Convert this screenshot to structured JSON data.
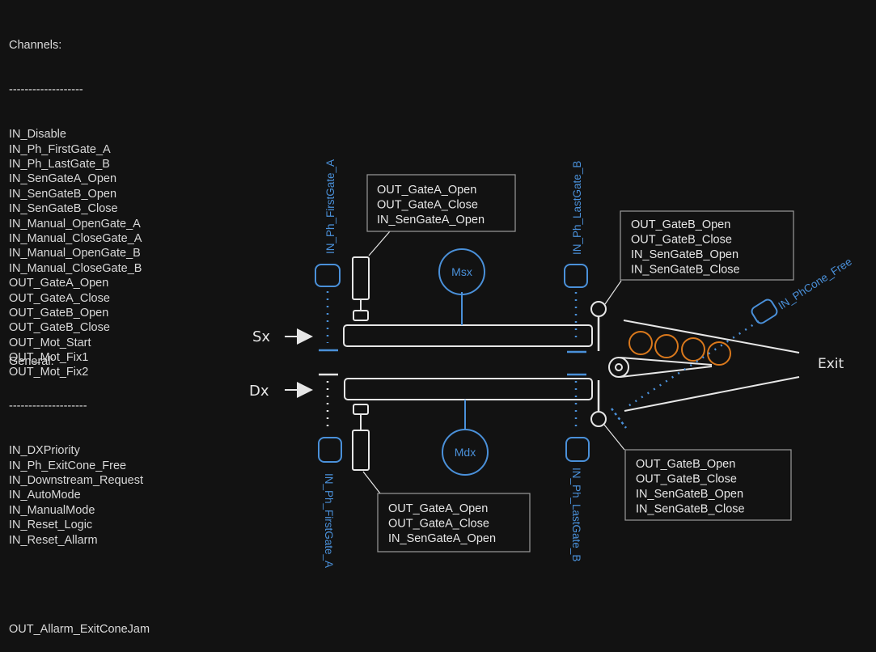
{
  "channels": {
    "title": "Channels:",
    "separator": "-------------------",
    "items": [
      "IN_Disable",
      "IN_Ph_FirstGate_A",
      "IN_Ph_LastGate_B",
      "IN_SenGateA_Open",
      "IN_SenGateB_Open",
      "IN_SenGateB_Close",
      "IN_Manual_OpenGate_A",
      "IN_Manual_CloseGate_A",
      "IN_Manual_OpenGate_B",
      "IN_Manual_CloseGate_B",
      "OUT_GateA_Open",
      "OUT_GateA_Close",
      "OUT_GateB_Open",
      "OUT_GateB_Close",
      "OUT_Mot_Start",
      "OUT_Mot_Fix1",
      "OUT_Mot_Fix2"
    ]
  },
  "general": {
    "title": "General:",
    "separator": "--------------------",
    "items": [
      "IN_DXPriority",
      "IN_Ph_ExitCone_Free",
      "IN_Downstream_Request",
      "IN_AutoMode",
      "IN_ManualMode",
      "IN_Reset_Logic",
      "IN_Reset_Allarm"
    ],
    "alarm": "OUT_Allarm_ExitConeJam"
  },
  "diagram": {
    "label_sx": "Sx",
    "label_dx": "Dx",
    "label_exit": "Exit",
    "motor_sx": "Msx",
    "motor_dx": "Mdx",
    "sensor_first_a_top": "IN_Ph_FirstGate_A",
    "sensor_last_b_top": "IN_Ph_LastGate_B",
    "sensor_first_a_bottom": "IN_Ph_FirstGate_A",
    "sensor_last_b_bottom": "IN_Ph_LastGate_B",
    "sensor_cone": "IN_PhCone_Free",
    "box_gate_a_top": [
      "OUT_GateA_Open",
      "OUT_GateA_Close",
      "IN_SenGateA_Open"
    ],
    "box_gate_b_top": [
      "OUT_GateB_Open",
      "OUT_GateB_Close",
      "IN_SenGateB_Open",
      "IN_SenGateB_Close"
    ],
    "box_gate_a_bottom": [
      "OUT_GateA_Open",
      "OUT_GateA_Close",
      "IN_SenGateA_Open"
    ],
    "box_gate_b_bottom": [
      "OUT_GateB_Open",
      "OUT_GateB_Close",
      "IN_SenGateB_Open",
      "IN_SenGateB_Close"
    ]
  },
  "colors": {
    "background": "#121212",
    "text": "#d9d9d9",
    "stroke": "#e6e6e6",
    "blue": "#4a90d9",
    "orange": "#d9781c"
  }
}
